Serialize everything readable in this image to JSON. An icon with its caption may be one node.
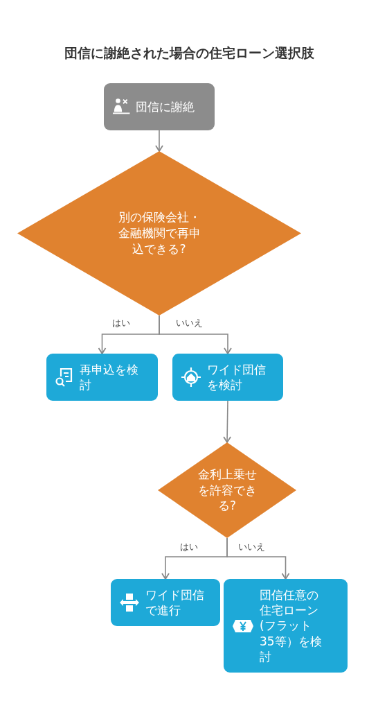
{
  "diagram": {
    "title": "団信に謝絶された場合の住宅ローン選択肢",
    "nodes": [
      {
        "text": [
          "団信に謝絶"
        ]
      },
      {
        "text": [
          "別の保険会社・金融機関で再申込できる?"
        ]
      },
      {
        "text": [
          "再申込を検討"
        ]
      },
      {
        "text": [
          "ワイド団信を検討"
        ]
      },
      {
        "text": [
          "金利上乗せを許容できる?"
        ]
      },
      {
        "text": [
          "ワイド団信で進行"
        ]
      },
      {
        "text": [
          "団信任意の住宅ローン(フラット35等）を検討"
        ]
      }
    ],
    "edges": [
      {
        "from": 0,
        "to": 1,
        "arrow": "to"
      },
      {
        "from": 1,
        "to": 2,
        "arrow": "to",
        "label": "はい"
      },
      {
        "from": 1,
        "to": 3,
        "arrow": "to",
        "label": "いいえ"
      },
      {
        "from": 3,
        "to": 4,
        "arrow": "to"
      },
      {
        "from": 4,
        "to": 5,
        "arrow": "to",
        "label": "はい"
      },
      {
        "from": 4,
        "to": 6,
        "arrow": "to",
        "label": "いいえ"
      }
    ]
  }
}
